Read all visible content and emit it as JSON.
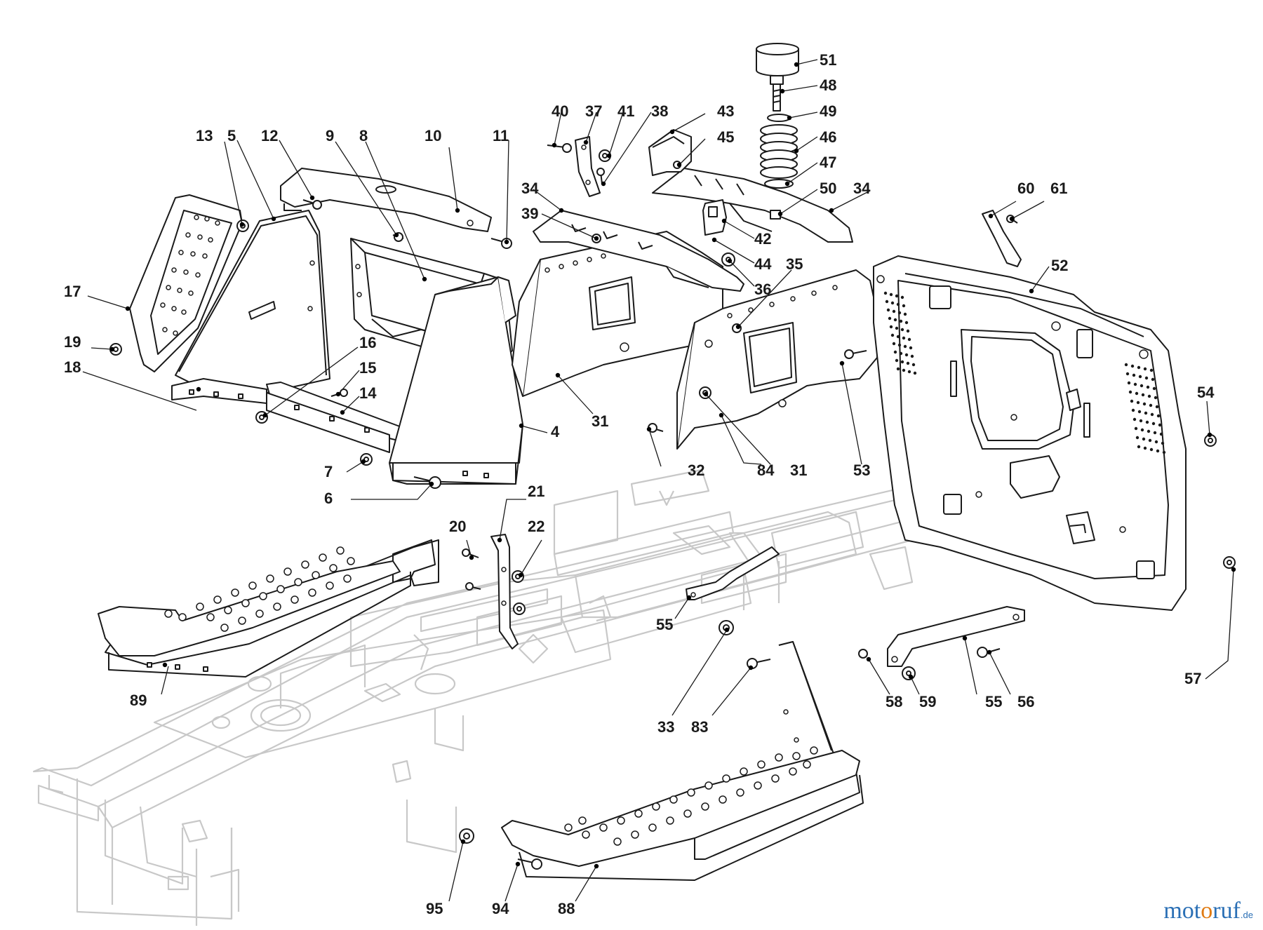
{
  "figure": {
    "watermark": {
      "part1": "mot",
      "part2": "o",
      "part3": "ruf",
      "tld": ".de"
    },
    "labels": {
      "p4": "4",
      "p5": "5",
      "p6": "6",
      "p7": "7",
      "p8": "8",
      "p9": "9",
      "p10": "10",
      "p11": "11",
      "p12": "12",
      "p13": "13",
      "p14": "14",
      "p15": "15",
      "p16": "16",
      "p17": "17",
      "p18": "18",
      "p19": "19",
      "p20": "20",
      "p21": "21",
      "p22": "22",
      "p31a": "31",
      "p31b": "31",
      "p32": "32",
      "p33": "33",
      "p34a": "34",
      "p34b": "34",
      "p35": "35",
      "p36": "36",
      "p37": "37",
      "p38": "38",
      "p39": "39",
      "p40": "40",
      "p41": "41",
      "p42": "42",
      "p43": "43",
      "p44": "44",
      "p45": "45",
      "p46": "46",
      "p47": "47",
      "p48": "48",
      "p49": "49",
      "p50": "50",
      "p51": "51",
      "p52": "52",
      "p53": "53",
      "p54": "54",
      "p55a": "55",
      "p55b": "55",
      "p56": "56",
      "p57": "57",
      "p58": "58",
      "p59": "59",
      "p60": "60",
      "p61": "61",
      "p83": "83",
      "p84": "84",
      "p88": "88",
      "p89": "89",
      "p94": "94",
      "p95": "95"
    }
  }
}
